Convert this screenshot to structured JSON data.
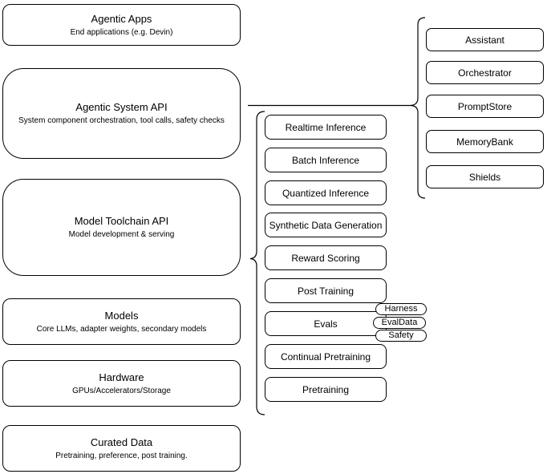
{
  "colors": {
    "background": "#ffffff",
    "stroke": "#000000",
    "text": "#000000"
  },
  "stack": [
    {
      "title": "Agentic Apps",
      "subtitle": "End applications (e.g. Devin)"
    },
    {
      "title": "Agentic System API",
      "subtitle": "System component orchestration, tool calls, safety checks"
    },
    {
      "title": "Model Toolchain API",
      "subtitle": "Model development & serving"
    },
    {
      "title": "Models",
      "subtitle": "Core LLMs, adapter weights, secondary models"
    },
    {
      "title": "Hardware",
      "subtitle": "GPUs/Accelerators/Storage"
    },
    {
      "title": "Curated Data",
      "subtitle": "Pretraining, preference, post training."
    }
  ],
  "toolchain_items": [
    "Realtime Inference",
    "Batch Inference",
    "Quantized Inference",
    "Synthetic Data Generation",
    "Reward Scoring",
    "Post Training",
    "Evals",
    "Continual Pretraining",
    "Pretraining"
  ],
  "evals_tags": [
    "Harness",
    "EvalData",
    "Safety"
  ],
  "system_components": [
    "Assistant",
    "Orchestrator",
    "PromptStore",
    "MemoryBank",
    "Shields"
  ]
}
